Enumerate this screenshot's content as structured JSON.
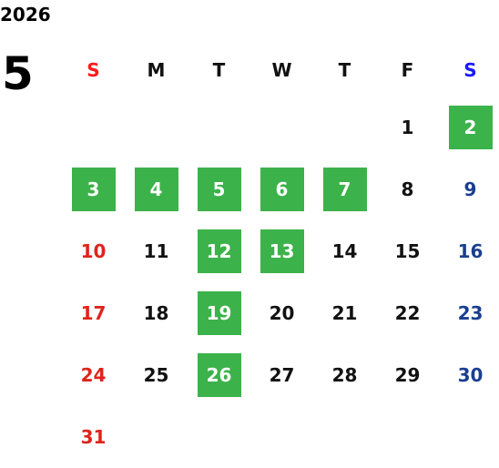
{
  "year": "2026",
  "month": "5",
  "weekday_headers": [
    "S",
    "M",
    "T",
    "W",
    "T",
    "F",
    "S"
  ],
  "colors": {
    "highlight": "#3cb24a",
    "sunday": "#e0231b",
    "saturday": "#1a3f8f",
    "header_sunday": "#ff1a1a",
    "header_saturday": "#1a1aff"
  },
  "weeks": [
    [
      "",
      "",
      "",
      "",
      "",
      "1",
      "2"
    ],
    [
      "3",
      "4",
      "5",
      "6",
      "7",
      "8",
      "9"
    ],
    [
      "10",
      "11",
      "12",
      "13",
      "14",
      "15",
      "16"
    ],
    [
      "17",
      "18",
      "19",
      "20",
      "21",
      "22",
      "23"
    ],
    [
      "24",
      "25",
      "26",
      "27",
      "28",
      "29",
      "30"
    ],
    [
      "31",
      "",
      "",
      "",
      "",
      "",
      ""
    ]
  ],
  "highlighted_days": [
    "2",
    "3",
    "4",
    "5",
    "6",
    "7",
    "12",
    "13",
    "19",
    "26"
  ]
}
